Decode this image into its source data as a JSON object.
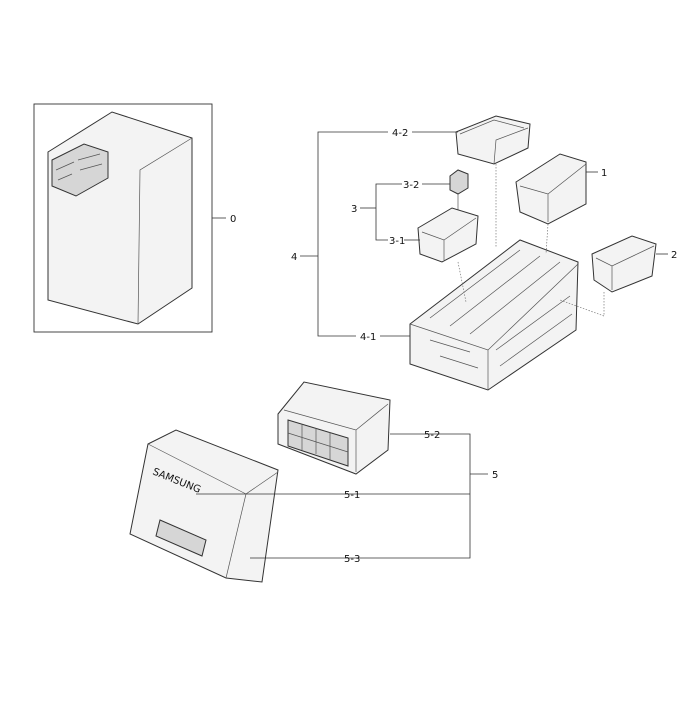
{
  "diagram": {
    "labels": {
      "l0": "0",
      "l1": "1",
      "l2": "2",
      "l3": "3",
      "l3_1": "3-1",
      "l3_2": "3-2",
      "l4": "4",
      "l4_1": "4-1",
      "l4_2": "4-2",
      "l5": "5",
      "l5_1": "5-1",
      "l5_2": "5-2",
      "l5_3": "5-3"
    },
    "brand_text": "SAMSUNG"
  }
}
